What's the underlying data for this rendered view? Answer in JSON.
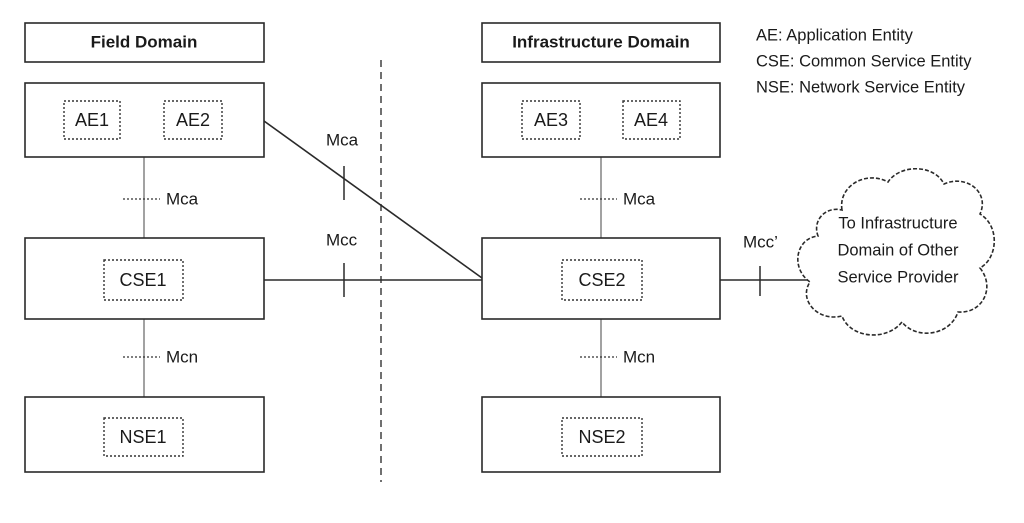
{
  "domains": {
    "field": "Field Domain",
    "infrastructure": "Infrastructure Domain"
  },
  "entities": {
    "ae1": "AE1",
    "ae2": "AE2",
    "ae3": "AE3",
    "ae4": "AE4",
    "cse1": "CSE1",
    "cse2": "CSE2",
    "nse1": "NSE1",
    "nse2": "NSE2"
  },
  "reference_points": {
    "mca_field": "Mca",
    "mca_cross": "Mca",
    "mca_infra": "Mca",
    "mcc": "Mcc",
    "mcc_prime": "Mcc’",
    "mcn_field": "Mcn",
    "mcn_infra": "Mcn"
  },
  "legend": [
    "AE: Application Entity",
    "CSE: Common Service Entity",
    "NSE: Network Service Entity"
  ],
  "cloud": {
    "lines": [
      "To Infrastructure",
      "Domain of Other",
      "Service Provider"
    ]
  }
}
